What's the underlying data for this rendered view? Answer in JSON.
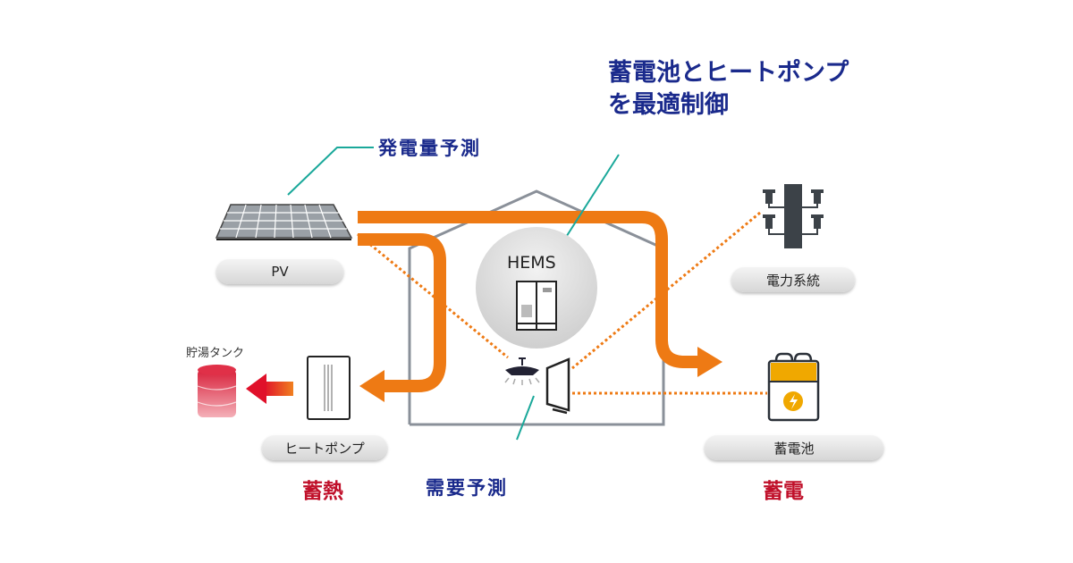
{
  "title": {
    "line1": "蓄電池とヒートポンプ",
    "line2": "を最適制御"
  },
  "labels": {
    "generation_forecast": "発電量予測",
    "demand_forecast": "需要予測",
    "hems": "HEMS",
    "hot_water_tank": "貯湯タンク"
  },
  "nodes": {
    "pv": "PV",
    "grid": "電力系統",
    "heat_pump": "ヒートポンプ",
    "battery": "蓄電池"
  },
  "outcomes": {
    "heat_storage": "蓄熱",
    "power_storage": "蓄電"
  },
  "colors": {
    "flow_orange": "#ee7a14",
    "title_blue": "#1a2a8c",
    "outcome_red": "#c0102a",
    "leader_teal": "#1aa89a",
    "house_gray": "#8a9099",
    "tank_red": "#d8203a"
  }
}
